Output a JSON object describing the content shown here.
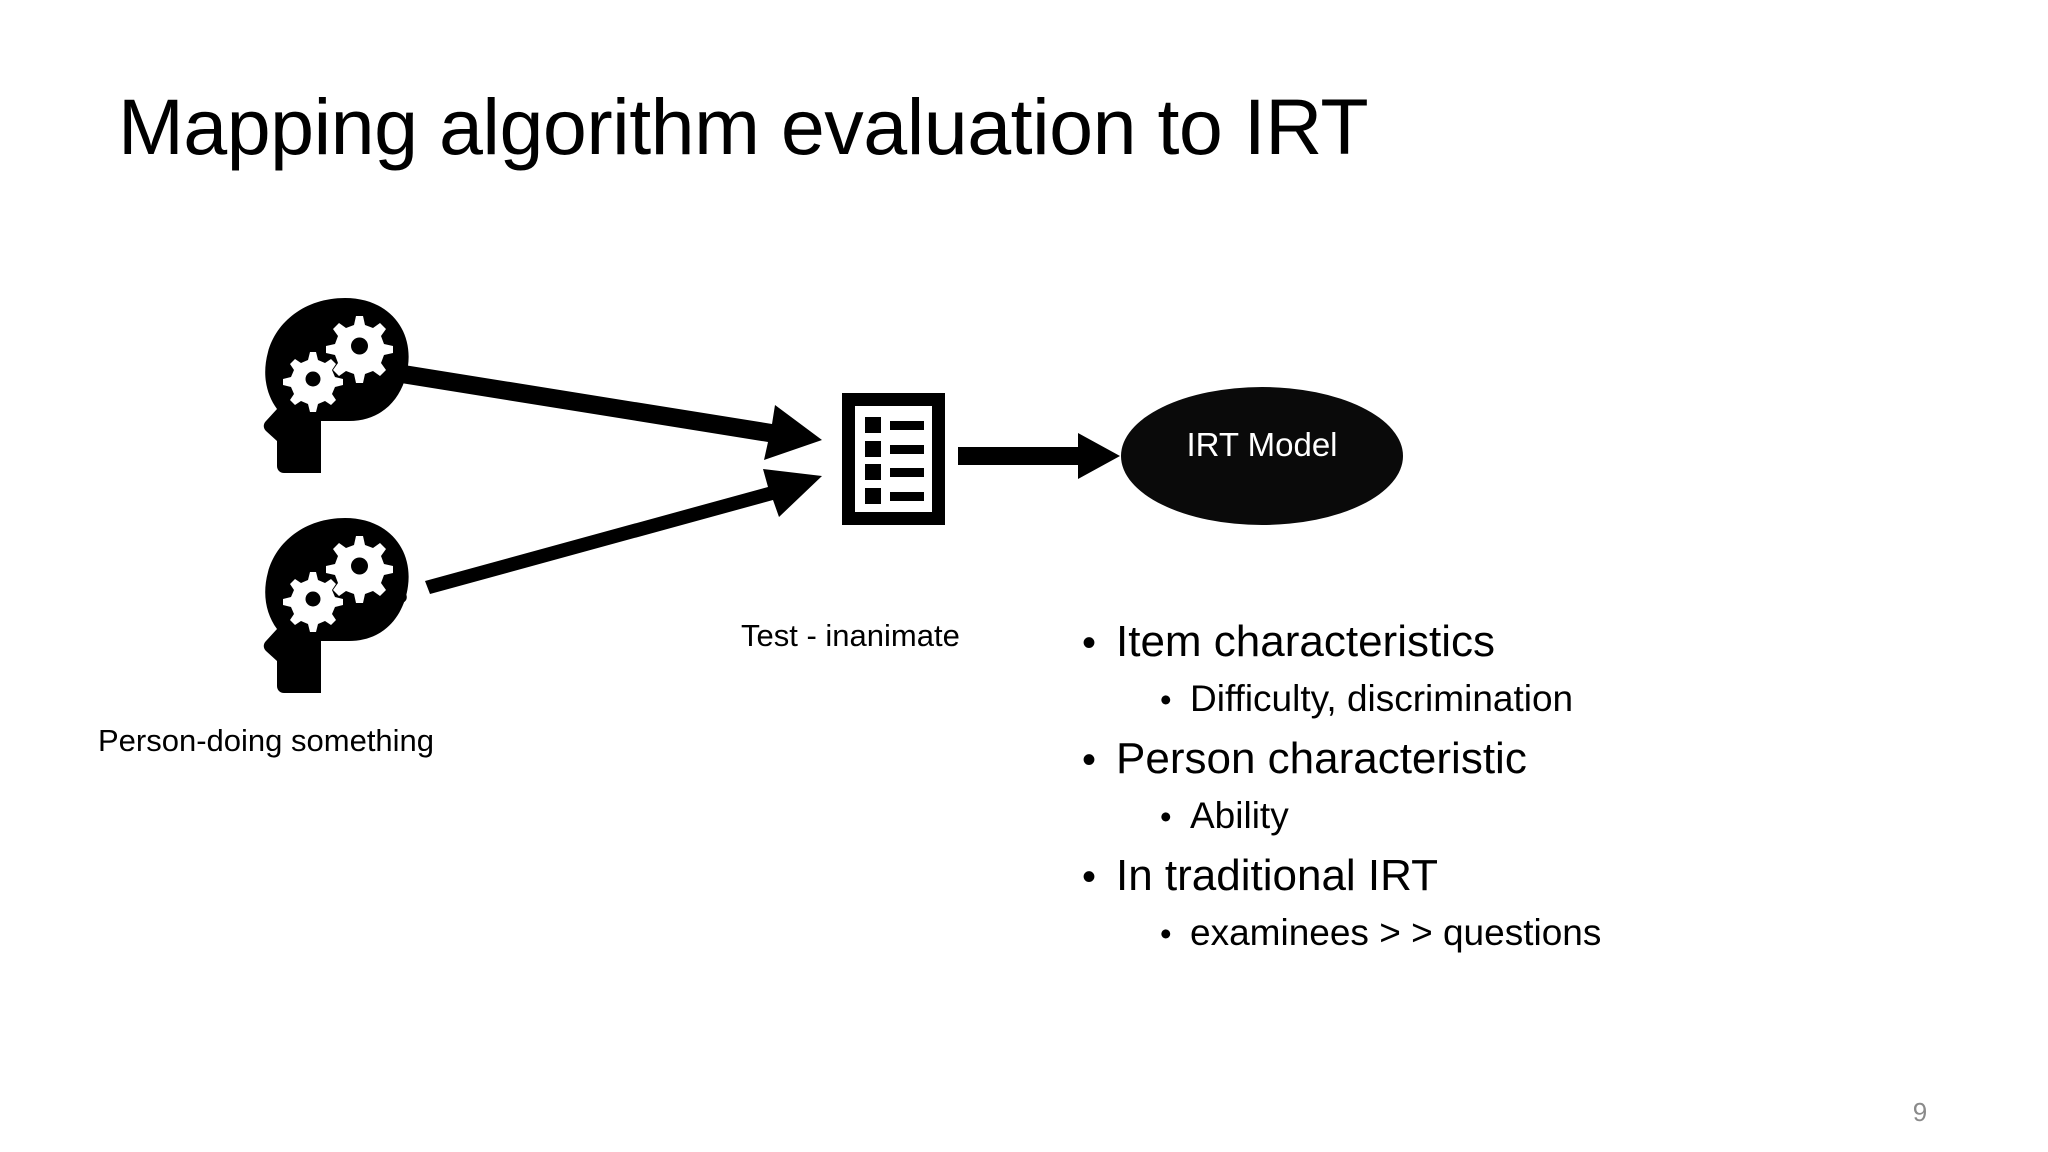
{
  "slide": {
    "title": "Mapping algorithm evaluation to IRT",
    "page_number": "9",
    "background_color": "#FFFFFF",
    "text_color": "#000000",
    "page_number_color": "#8A8A8A"
  },
  "diagram": {
    "person_icons": [
      {
        "name": "head-with-gears-top",
        "label": ""
      },
      {
        "name": "head-with-gears-bottom",
        "label": ""
      }
    ],
    "test_icon": {
      "name": "checklist-icon",
      "rows": 4
    },
    "model_node": {
      "label": "IRT Model",
      "fill": "#0A0A0A",
      "text_color": "#FFFFFF"
    },
    "arrows": [
      {
        "name": "arrow-person-top-to-test"
      },
      {
        "name": "arrow-person-bottom-to-test"
      },
      {
        "name": "arrow-test-to-model"
      }
    ],
    "captions": {
      "test": "Test - inanimate",
      "person": "Person-doing something"
    }
  },
  "bullets": [
    {
      "level": 1,
      "marker": "•",
      "text": "Item characteristics"
    },
    {
      "level": 2,
      "marker": "•",
      "text": "Difficulty, discrimination"
    },
    {
      "level": 1,
      "marker": "•",
      "text": "Person characteristic"
    },
    {
      "level": 2,
      "marker": "•",
      "text": "Ability"
    },
    {
      "level": 1,
      "marker": "•",
      "text": "In traditional IRT"
    },
    {
      "level": 2,
      "marker": "•",
      "text": "examinees > > questions"
    }
  ]
}
